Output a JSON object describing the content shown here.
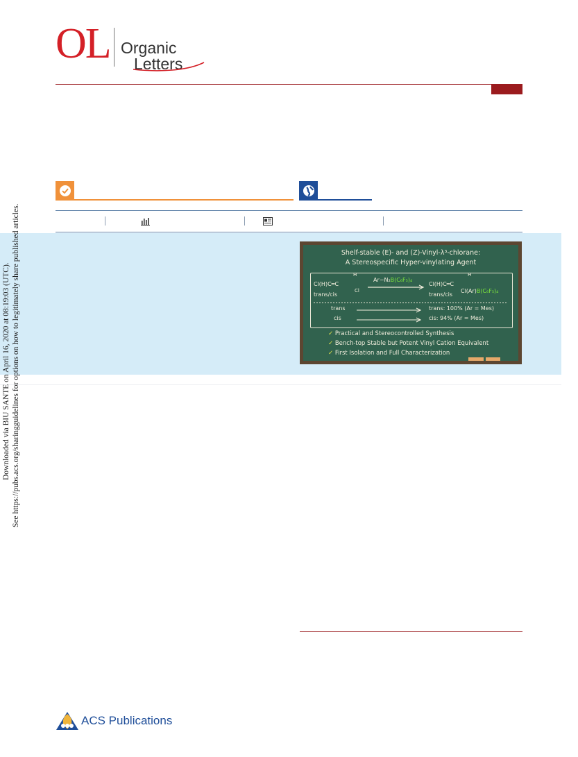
{
  "journal": {
    "logo_letters": "OL",
    "name_line1": "Organic",
    "name_line2": "Letters",
    "accent_color": "#d42027"
  },
  "badges": {
    "orange_icon": "check-circle-icon",
    "blue_icon": "globe-icon",
    "orange_color": "#f0913a",
    "blue_color": "#1f4e99"
  },
  "metrics": {
    "icons": [
      "bar-chart-icon",
      "article-icon"
    ]
  },
  "toc_graphic": {
    "title_line1": "Shelf-stable (E)- and (Z)-Vinyl-λ³-chlorane:",
    "title_line2": "A Stereospecific Hyper-vinylating Agent",
    "reactant": "Cl(H)C═C",
    "reactant_h": "H",
    "reactant_cl": "Cl",
    "reactant_sub": "trans/cis",
    "reagent_prefix": "Ar−N₂",
    "reagent_green": "B(C₆F₅)₄",
    "product": "Cl(H)C═C",
    "product_h": "H",
    "product_sub": "trans/cis",
    "product_cl": "Cl(Ar)",
    "product_green": "B(C₆F₅)₄",
    "row1_left": "trans",
    "row1_right": "trans: 100%  (Ar = Mes)",
    "row2_left": "cis",
    "row2_right": "cis: 94%      (Ar = Mes)",
    "bullets": [
      "Practical and Stereocontrolled Synthesis",
      "Bench-top Stable but Potent Vinyl Cation Equivalent",
      "First Isolation and Full Characterization"
    ]
  },
  "side_notice": {
    "line1": "Downloaded via BIU SANTE on April 16, 2020 at 08:19:03 (UTC).",
    "line2": "See https://pubs.acs.org/sharingguidelines for options on how to legitimately share published articles."
  },
  "footer": {
    "publisher": "ACS Publications"
  }
}
